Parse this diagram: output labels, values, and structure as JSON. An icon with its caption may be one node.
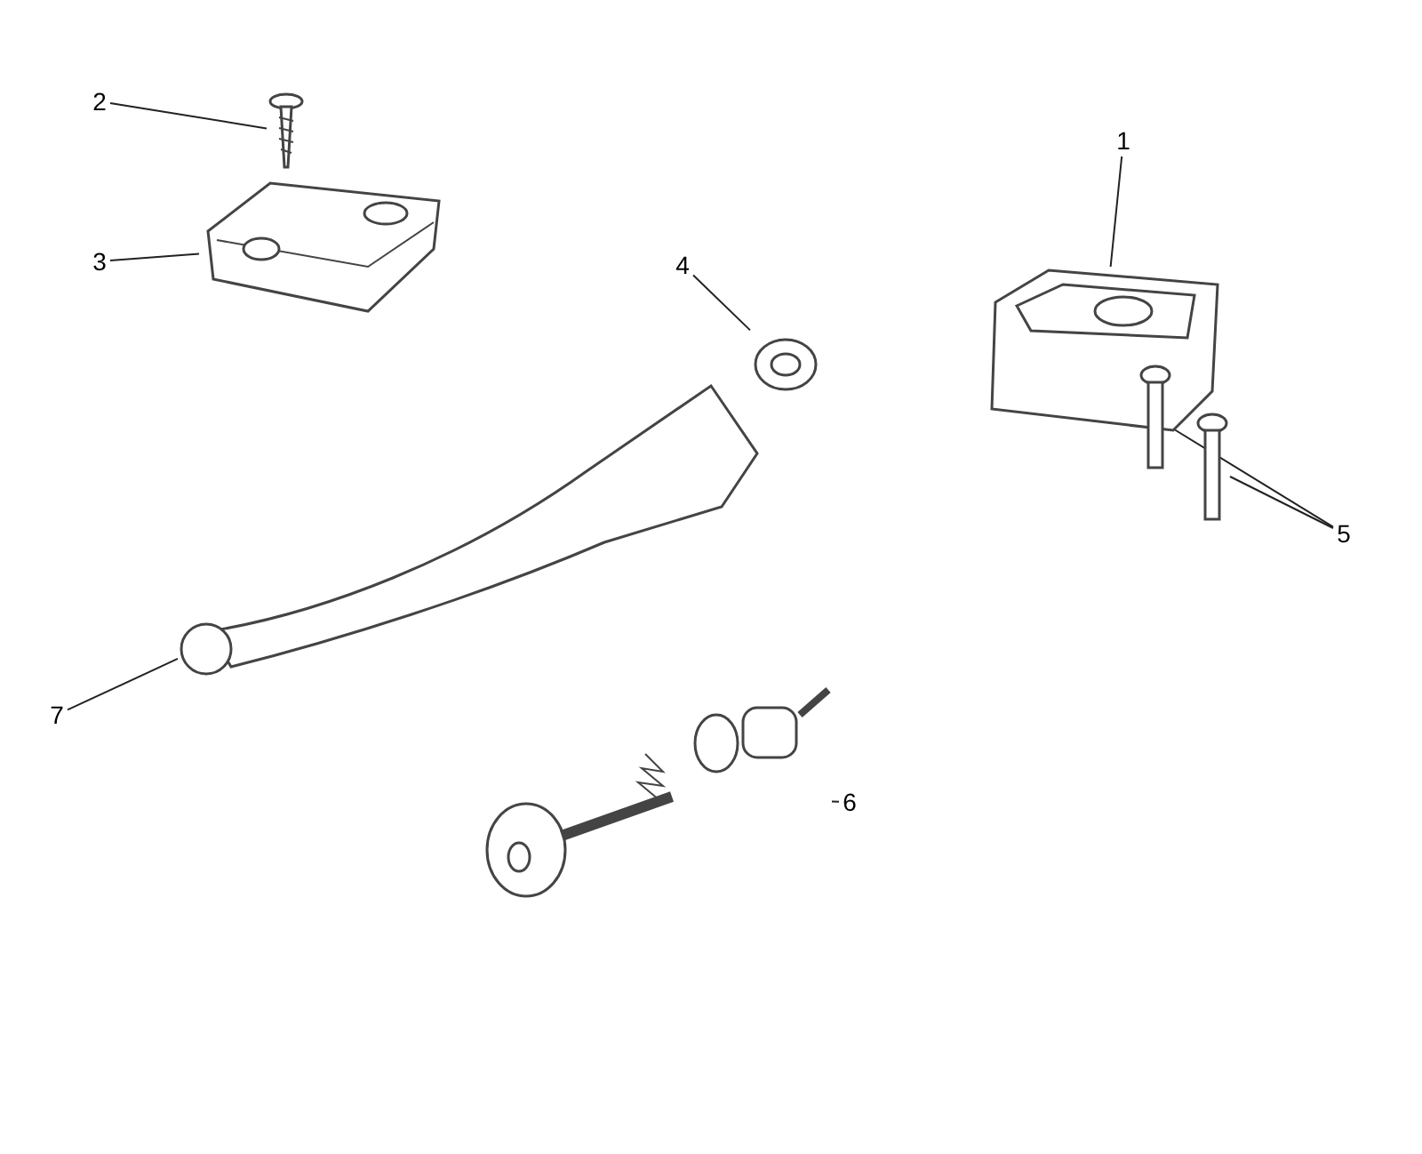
{
  "diagram": {
    "nodes": [
      {
        "text": [
          "1"
        ]
      },
      {
        "text": [
          "2"
        ]
      },
      {
        "text": [
          "3"
        ]
      },
      {
        "text": [
          "4"
        ]
      },
      {
        "text": [
          "5"
        ]
      },
      {
        "text": [
          "6"
        ]
      },
      {
        "text": [
          "7"
        ]
      },
      {
        "text": [],
        "shape": "picture"
      },
      {
        "text": [],
        "shape": "picture"
      },
      {
        "text": [],
        "shape": "picture"
      },
      {
        "text": [],
        "shape": "picture"
      },
      {
        "text": [],
        "shape": "picture"
      },
      {
        "text": [],
        "shape": "picture"
      },
      {
        "text": [],
        "shape": "picture"
      },
      {
        "text": [],
        "shape": "picture"
      }
    ],
    "edges": [
      {
        "from": 0,
        "to": 7,
        "arrow": "none"
      },
      {
        "from": 1,
        "to": 8,
        "arrow": "none"
      },
      {
        "from": 2,
        "to": 9,
        "arrow": "none"
      },
      {
        "from": 3,
        "to": 10,
        "arrow": "none"
      },
      {
        "from": 4,
        "to": 11,
        "arrow": "none"
      },
      {
        "from": 4,
        "to": 12,
        "arrow": "none"
      },
      {
        "from": 5,
        "to": 13,
        "arrow": "none"
      },
      {
        "from": 6,
        "to": 14,
        "arrow": "none"
      }
    ]
  }
}
